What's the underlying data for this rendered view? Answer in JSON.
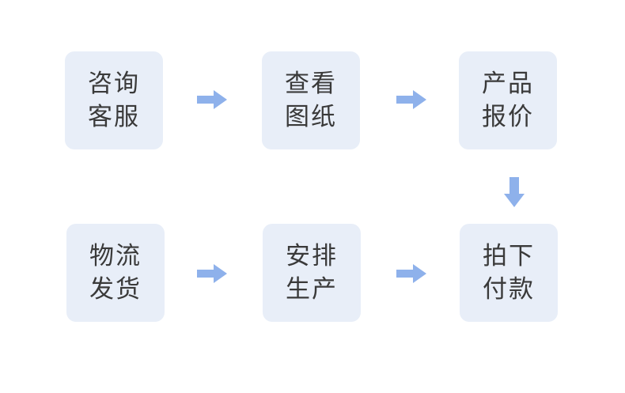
{
  "flow": {
    "steps": [
      {
        "line1": "咨询",
        "line2": "客服"
      },
      {
        "line1": "查看",
        "line2": "图纸"
      },
      {
        "line1": "产品",
        "line2": "报价"
      },
      {
        "line1": "拍下",
        "line2": "付款"
      },
      {
        "line1": "安排",
        "line2": "生产"
      },
      {
        "line1": "物流",
        "line2": "发货"
      }
    ],
    "colors": {
      "box_fill": "#e8eef8",
      "arrow": "#8eb1eb",
      "text": "#3a3a3a"
    }
  }
}
